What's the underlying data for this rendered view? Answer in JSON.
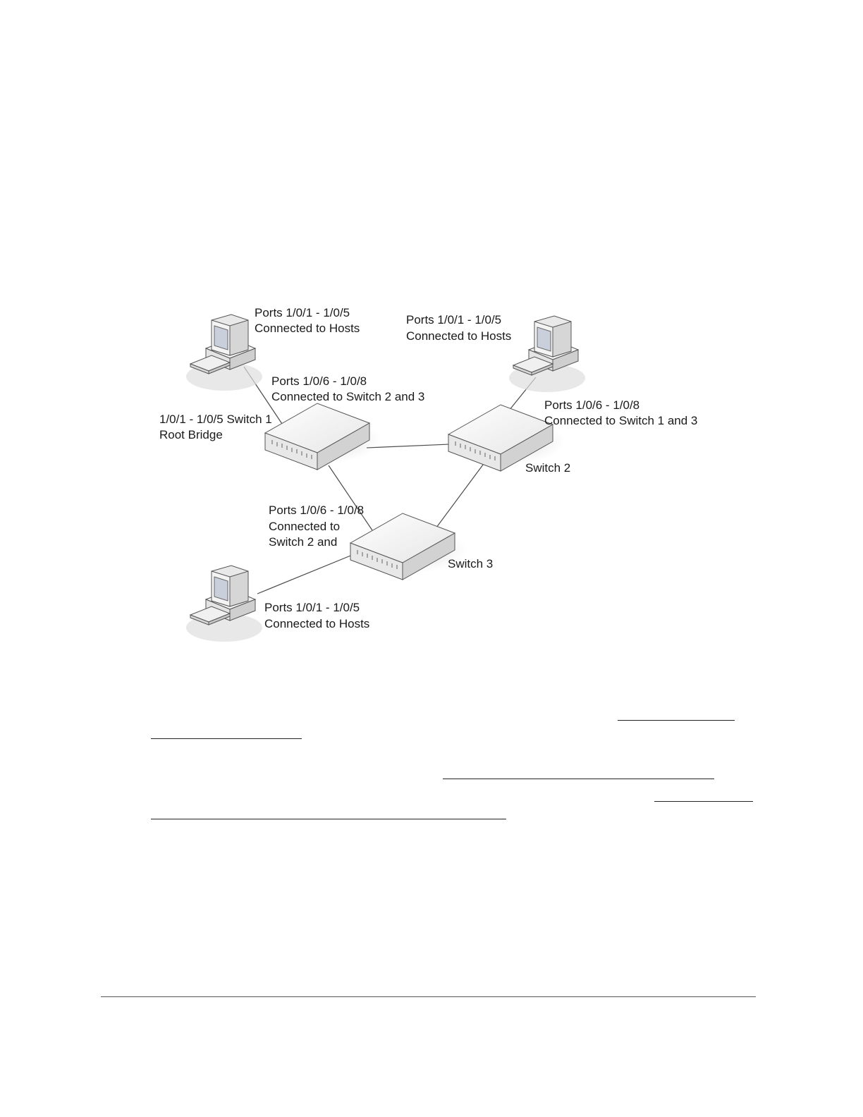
{
  "diagram": {
    "switch1": {
      "hosts_label": [
        "Ports 1/0/1 - 1/0/5",
        "Connected to Hosts"
      ],
      "uplink_label": [
        "Ports 1/0/6 - 1/0/8",
        "Connected to Switch 2 and 3"
      ],
      "name_label": [
        "1/0/1 - 1/0/5 Switch 1",
        "Root Bridge"
      ]
    },
    "switch2": {
      "hosts_label": [
        "Ports 1/0/1 - 1/0/5",
        "Connected to Hosts"
      ],
      "uplink_label": [
        "Ports 1/0/6 - 1/0/8",
        "Connected to Switch 1 and 3"
      ],
      "name_label": "Switch 2"
    },
    "switch3": {
      "hosts_label": [
        "Ports 1/0/1 - 1/0/5",
        "Connected to Hosts"
      ],
      "uplink_label": [
        "Ports 1/0/6 - 1/0/8",
        "Connected to",
        "Switch 2 and"
      ],
      "name_label": "Switch 3"
    }
  },
  "colors": {
    "switch_top": "#f4f4f4",
    "switch_side": "#dcdcdc",
    "monitor_screen": "#c9d0dc",
    "shadow": "#cfcfcf"
  }
}
